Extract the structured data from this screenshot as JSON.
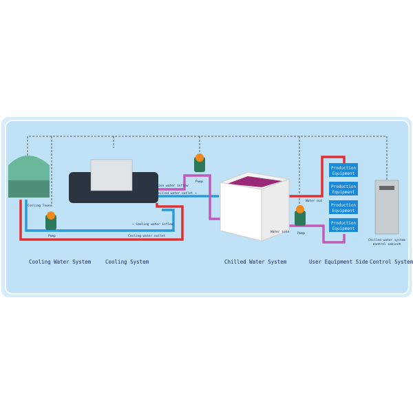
{
  "colors": {
    "panel": "#bfe2f7",
    "cooling_outlet": "#e03030",
    "cooling_inflow": "#2a9ad8",
    "chilled": "#c05ab8",
    "equipment": "#1a8ad8",
    "tower": "#6ab89a"
  },
  "labels": {
    "cooling_tower": "Cooling Tower",
    "pump": "Pump",
    "cooling_water_inflow": "→ Cooling water inflow",
    "cooling_water_outlet": "Cooling water outlet",
    "frozen_water_inflow": "Frozen water inflow",
    "chilled_water_outlet": "Chilled water outlet →",
    "water_out": "Water out",
    "water_into": "Water into",
    "control_cabinet_line1": "Chilled water system",
    "control_cabinet_line2": "control cabinet"
  },
  "equipment": [
    "Production",
    "Equipment"
  ],
  "systems": [
    "Cooling Water System",
    "Cooling System",
    "Chilled Water System",
    "User Equipment Side",
    "Control System"
  ]
}
